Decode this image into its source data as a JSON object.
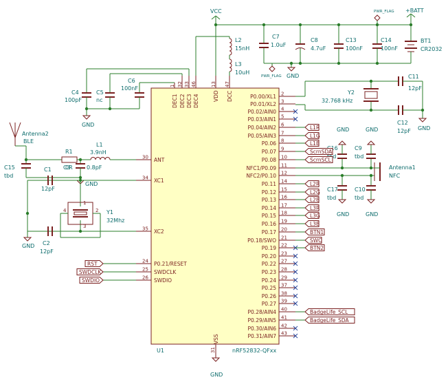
{
  "chip": {
    "ref": "U1",
    "part": "nRF52832-QFxx",
    "top_pins": [
      {
        "name": "DEC1",
        "num": "1"
      },
      {
        "name": "DEC2",
        "num": "32"
      },
      {
        "name": "DEC3",
        "num": "33"
      },
      {
        "name": "DEC4",
        "num": "46"
      },
      {
        "name": "VDD",
        "num": "13"
      },
      {
        "name": "DCC",
        "num": "47"
      }
    ],
    "vss": {
      "name": "VSS",
      "num": "31"
    },
    "left_pins": [
      {
        "name": "ANT",
        "num": "30"
      },
      {
        "name": "XC1",
        "num": "34"
      },
      {
        "name": "XC2",
        "num": "35"
      },
      {
        "name": "P0.21/RESET",
        "num": "24"
      },
      {
        "name": "SWDCLK",
        "num": "25"
      },
      {
        "name": "SWDIO",
        "num": "26"
      }
    ],
    "right_pins": [
      {
        "name": "P0.00/XL1",
        "num": "2"
      },
      {
        "name": "P0.01/XL2",
        "num": "3"
      },
      {
        "name": "P0.02/AIN0",
        "num": "4"
      },
      {
        "name": "P0.03/AIN1",
        "num": "5"
      },
      {
        "name": "P0.04/AIN2",
        "num": "6"
      },
      {
        "name": "P0.05/AIN3",
        "num": "7"
      },
      {
        "name": "P0.06",
        "num": "8"
      },
      {
        "name": "P0.07",
        "num": "9"
      },
      {
        "name": "P0.08",
        "num": "10"
      },
      {
        "name": "NFC1/P0.09",
        "num": "11"
      },
      {
        "name": "NFC2/P0.10",
        "num": "12"
      },
      {
        "name": "P0.11",
        "num": "14"
      },
      {
        "name": "P0.12",
        "num": "15"
      },
      {
        "name": "P0.13",
        "num": "16"
      },
      {
        "name": "P0.14",
        "num": "17"
      },
      {
        "name": "P0.15",
        "num": "18"
      },
      {
        "name": "P0.16",
        "num": "19"
      },
      {
        "name": "P0.17",
        "num": "20"
      },
      {
        "name": "P0.18/SWO",
        "num": "21"
      },
      {
        "name": "P0.19",
        "num": "22"
      },
      {
        "name": "P0.20",
        "num": "23"
      },
      {
        "name": "P0.22",
        "num": "27"
      },
      {
        "name": "P0.23",
        "num": "28"
      },
      {
        "name": "P0.24",
        "num": "29"
      },
      {
        "name": "P0.25",
        "num": "37"
      },
      {
        "name": "P0.26",
        "num": "38"
      },
      {
        "name": "P0.27",
        "num": "39"
      },
      {
        "name": "P0.28/AIN4",
        "num": "40"
      },
      {
        "name": "P0.29/AIN5",
        "num": "41"
      },
      {
        "name": "P0.30/AIN6",
        "num": "42"
      },
      {
        "name": "P0.31/AIN7",
        "num": "43"
      }
    ]
  },
  "net_labels": {
    "right": [
      "L1R",
      "L1G",
      "L1B",
      "ScrnSDA",
      "ScrnSCL",
      "L2R",
      "L2G",
      "L2B",
      "L3R",
      "L3G",
      "L3B",
      "BTN1",
      "SWO",
      "BTN2",
      "BadgeLife_SCL",
      "BadgeLife_SDA"
    ],
    "left": [
      "RST",
      "SWDCLK",
      "SWDIO"
    ]
  },
  "power": {
    "vcc": "VCC",
    "gnd": "GND",
    "pwr_flag": "PWR_FLAG",
    "battery_plus": "+BATT"
  },
  "components": {
    "l2": {
      "ref": "L2",
      "value": "15nH"
    },
    "l3": {
      "ref": "L3",
      "value": "10uH"
    },
    "c7": {
      "ref": "C7",
      "value": "1.0uF"
    },
    "c8": {
      "ref": "C8",
      "value": "4.7uF"
    },
    "c13": {
      "ref": "C13",
      "value": "100nF"
    },
    "c14": {
      "ref": "C14",
      "value": "100nF"
    },
    "bt1": {
      "ref": "BT1",
      "value": "CR2032"
    },
    "c4": {
      "ref": "C4",
      "value": "100pF"
    },
    "c5": {
      "ref": "C5",
      "value": "nc"
    },
    "c6": {
      "ref": "C6",
      "value": "100nF"
    },
    "antenna2": {
      "ref": "Antenna2",
      "value": "BLE"
    },
    "r1": {
      "ref": "R1",
      "value": "0R"
    },
    "l1": {
      "ref": "L1",
      "value": "3.9nH"
    },
    "c15": {
      "ref": "C15",
      "value": "tbd"
    },
    "c3": {
      "ref": "C3",
      "value": "0.8pF"
    },
    "c1": {
      "ref": "C1",
      "value": "12pF"
    },
    "c2": {
      "ref": "C2",
      "value": "12pF"
    },
    "y1": {
      "ref": "Y1",
      "value": "32Mhz"
    },
    "y2": {
      "ref": "Y2",
      "value": "32.768 kHz"
    },
    "c11": {
      "ref": "C11",
      "value": "12pF"
    },
    "c12": {
      "ref": "C12",
      "value": "12pF"
    },
    "c16": {
      "ref": "C16",
      "value": "tbd"
    },
    "c9": {
      "ref": "C9",
      "value": "tbd"
    },
    "c17": {
      "ref": "C17",
      "value": "tbd"
    },
    "c10": {
      "ref": "C10",
      "value": "tbd"
    },
    "antenna1": {
      "ref": "Antenna1",
      "value": "NFC"
    }
  },
  "crystal_pin_numbers": {
    "y1_left": "4",
    "y1_right": "2",
    "y1_top": "1",
    "y1_bottom": "3"
  }
}
